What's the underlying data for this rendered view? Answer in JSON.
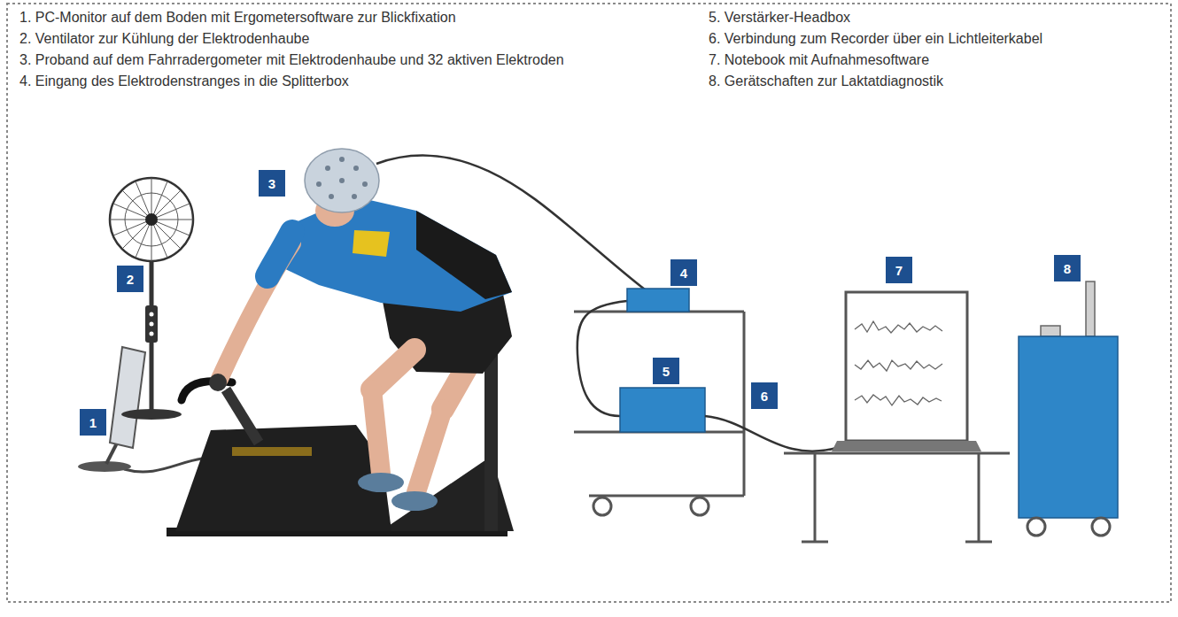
{
  "diagram": {
    "labels": [
      "1. PC-Monitor auf dem Boden mit Ergometersoftware zur Blickfixation",
      "2. Ventilator zur Kühlung der Elektrodenhaube",
      "3. Proband auf dem Fahrradergometer mit Elektrodenhaube und 32 aktiven Elektroden",
      "4. Eingang des Elektrodenstranges in die Splitterbox",
      "5. Verstärker-Headbox",
      "6. Verbindung zum Recorder über ein Lichtleiterkabel",
      "7. Notebook mit Aufnahmesoftware",
      "8. Gerätschaften zur Laktatdiagnostik",
      "1",
      "2",
      "3",
      "4",
      "5",
      "6",
      "7",
      "8"
    ]
  }
}
